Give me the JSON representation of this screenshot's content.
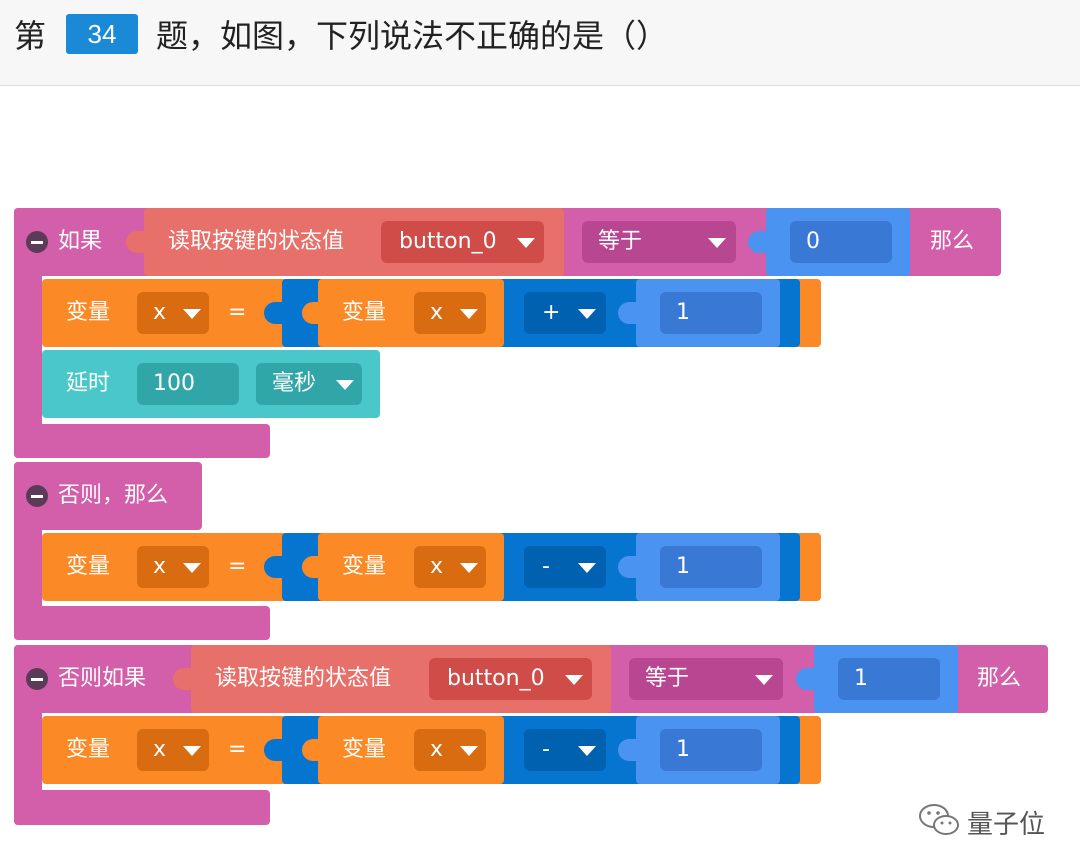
{
  "question": {
    "prefix": "第",
    "number": "34",
    "text": "题，如图，下列说法不正确的是（）"
  },
  "if_block": {
    "label": "如果",
    "read": "读取按键的状态值",
    "button": "button_0",
    "compare": "等于",
    "value": "0",
    "then": "那么",
    "set_var": {
      "label": "变量",
      "var": "x",
      "eq": "=",
      "inner_label": "变量",
      "inner_var": "x",
      "op": "+",
      "num": "1"
    },
    "delay": {
      "label": "延时",
      "value": "100",
      "unit": "毫秒"
    }
  },
  "else_block": {
    "label": "否则，那么",
    "set_var": {
      "label": "变量",
      "var": "x",
      "eq": "=",
      "inner_label": "变量",
      "inner_var": "x",
      "op": "-",
      "num": "1"
    }
  },
  "elseif_block": {
    "label": "否则如果",
    "read": "读取按键的状态值",
    "button": "button_0",
    "compare": "等于",
    "value": "1",
    "then": "那么",
    "set_var": {
      "label": "变量",
      "var": "x",
      "eq": "=",
      "inner_label": "变量",
      "inner_var": "x",
      "op": "-",
      "num": "1"
    }
  },
  "watermark": {
    "icon": "wechat-icon",
    "text": "量子位"
  },
  "colors": {
    "control": "#d35ea9",
    "sensor": "#e8706a",
    "variable": "#fb8a26",
    "math": "#0575cf",
    "number": "#4a93f0",
    "timing": "#4ac7c9",
    "question_badge": "#1a8ad6"
  }
}
